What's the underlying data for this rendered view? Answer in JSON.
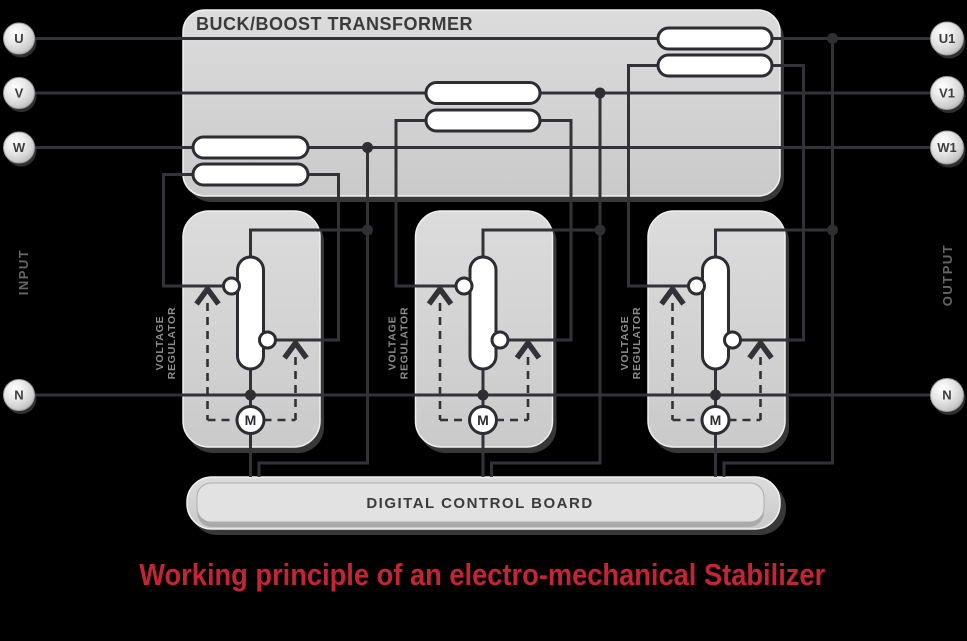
{
  "title": "BUCK/BOOST TRANSFORMER",
  "board": {
    "label": "DIGITAL CONTROL BOARD"
  },
  "caption": "Working principle of an electro-mechanical Stabilizer",
  "side_labels": {
    "input": "INPUT",
    "output": "OUTPUT"
  },
  "terminals": {
    "input": [
      "U",
      "V",
      "W",
      "N"
    ],
    "output": [
      "U1",
      "V1",
      "W1",
      "N"
    ]
  },
  "regulators": [
    {
      "label_line1": "VOLTAGE",
      "label_line2": "REGULATOR",
      "motor_label": "M"
    },
    {
      "label_line1": "VOLTAGE",
      "label_line2": "REGULATOR",
      "motor_label": "M"
    },
    {
      "label_line1": "VOLTAGE",
      "label_line2": "REGULATOR",
      "motor_label": "M"
    }
  ],
  "colors": {
    "background": "#000000",
    "wire": "#333337",
    "box_fill": "#d4d4d4",
    "caption_red": "#c32534",
    "label_gray": "#8d8d8d"
  }
}
